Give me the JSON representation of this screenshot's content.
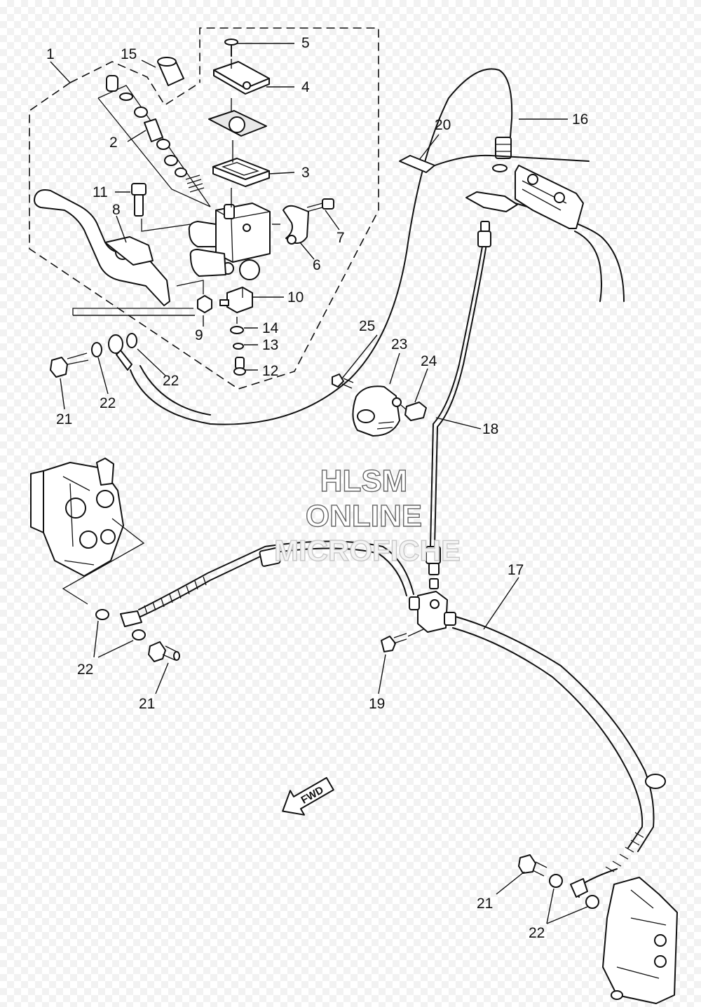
{
  "callouts": {
    "c1": "1",
    "c2": "2",
    "c3": "3",
    "c4": "4",
    "c5": "5",
    "c6": "6",
    "c7": "7",
    "c8": "8",
    "c9": "9",
    "c10": "10",
    "c11": "11",
    "c12": "12",
    "c13": "13",
    "c14": "14",
    "c15": "15",
    "c16": "16",
    "c17": "17",
    "c18": "18",
    "c19": "19",
    "c20": "20",
    "c21a": "21",
    "c21b": "21",
    "c21c": "21",
    "c22a": "22",
    "c22b": "22",
    "c22c": "22",
    "c22d": "22",
    "c23": "23",
    "c24": "24",
    "c25": "25"
  },
  "watermark": {
    "line1": "HLSM",
    "line2": "ONLINE",
    "line3": "MICROFICHE"
  },
  "direction_arrow": {
    "label": "FWD"
  },
  "colors": {
    "line": "#111111",
    "watermark_stroke": "#666666",
    "background": "#ffffff"
  }
}
